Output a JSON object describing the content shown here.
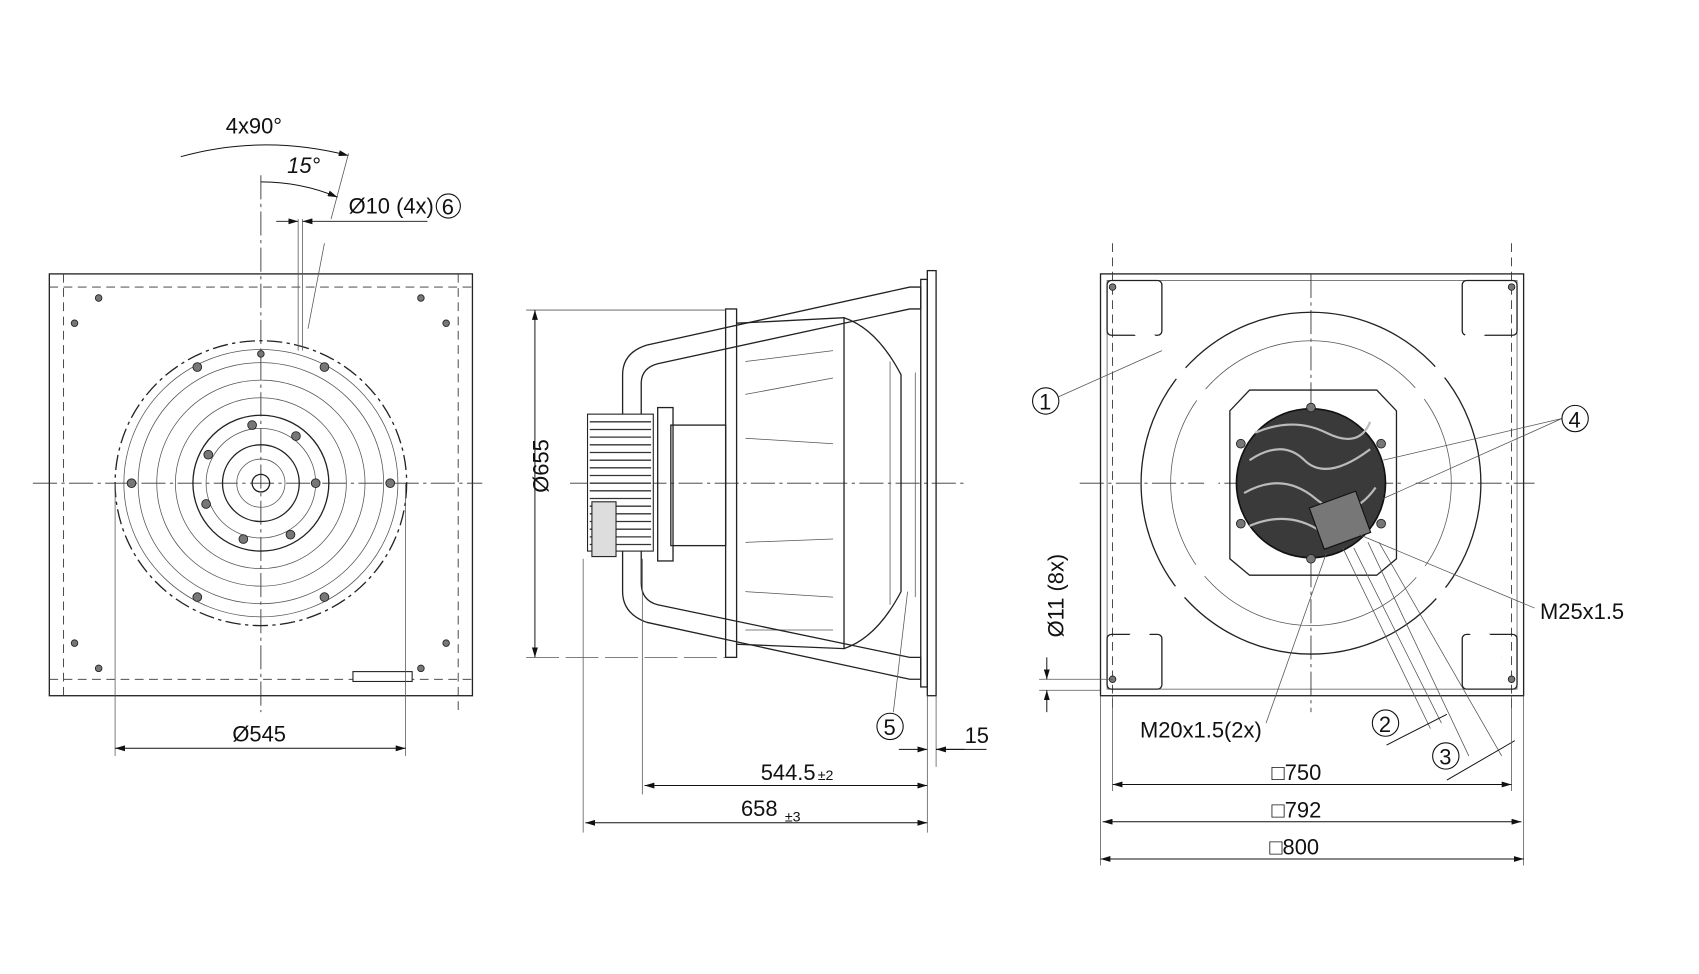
{
  "front_view": {
    "angle_pattern": "4x90°",
    "angle_offset": "15°",
    "hole_diameter": "Ø10 (4x)",
    "hole_callout": "6",
    "inlet_diameter": "Ø545"
  },
  "side_view": {
    "impeller_diameter": "Ø655",
    "callout_5": "5",
    "flange_thickness": "15",
    "length_inner": "544.5",
    "length_inner_tol": "±2",
    "length_total": "658",
    "length_total_tol": "±3"
  },
  "rear_view": {
    "callout_1": "1",
    "callout_2": "2",
    "callout_3": "3",
    "callout_4": "4",
    "cable_gland_large": "M25x1.5",
    "cable_gland_small": "M20x1.5(2x)",
    "mount_holes": "Ø11 (8x)",
    "square_750": "□750",
    "square_792": "□792",
    "square_800": "□800"
  }
}
